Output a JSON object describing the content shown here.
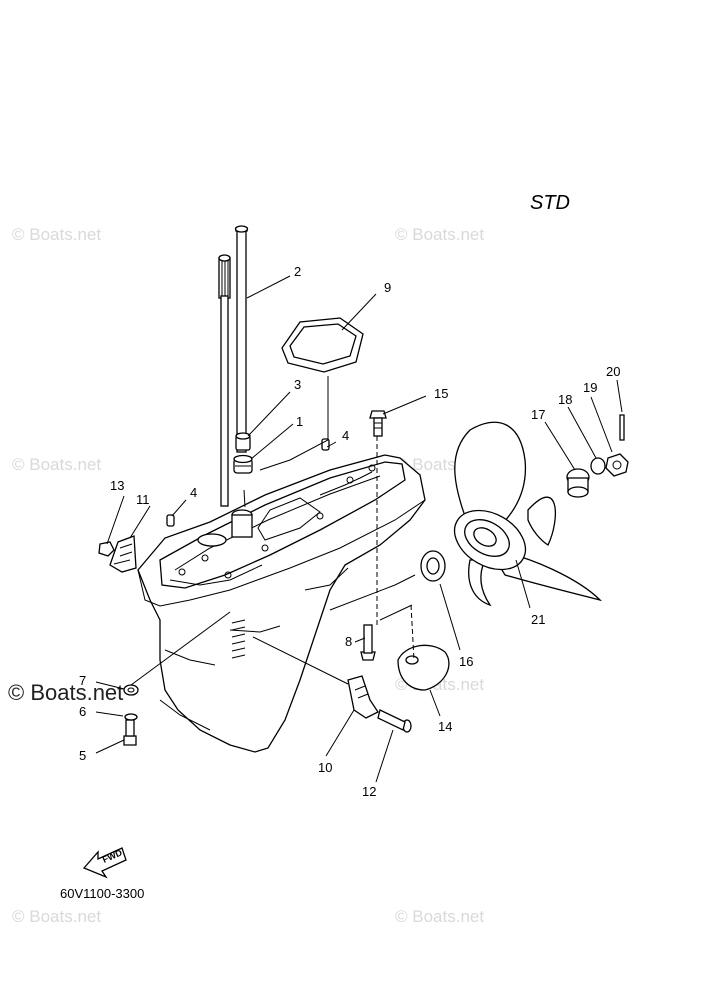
{
  "header": {
    "variant_label": "STD"
  },
  "footer": {
    "diagram_code": "60V1100-3300",
    "fwd_label": "FWD"
  },
  "watermarks": {
    "text": "© Boats.net"
  },
  "callouts": [
    {
      "num": "1"
    },
    {
      "num": "2"
    },
    {
      "num": "3"
    },
    {
      "num": "4"
    },
    {
      "num": "4"
    },
    {
      "num": "5"
    },
    {
      "num": "6"
    },
    {
      "num": "7"
    },
    {
      "num": "8"
    },
    {
      "num": "9"
    },
    {
      "num": "10"
    },
    {
      "num": "11"
    },
    {
      "num": "12"
    },
    {
      "num": "13"
    },
    {
      "num": "14"
    },
    {
      "num": "15"
    },
    {
      "num": "16"
    },
    {
      "num": "17"
    },
    {
      "num": "18"
    },
    {
      "num": "19"
    },
    {
      "num": "20"
    },
    {
      "num": "21"
    }
  ],
  "colors": {
    "line": "#000000",
    "background": "#ffffff",
    "watermark": "#d9d9d9"
  }
}
